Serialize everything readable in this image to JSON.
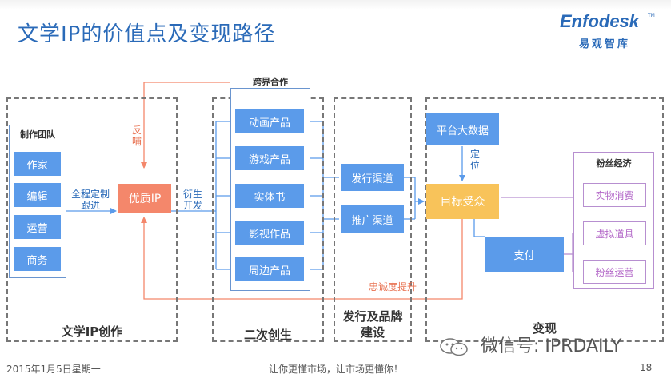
{
  "title": "文学IP的价值点及变现路径",
  "logo": {
    "main": "Enfodesk",
    "sub": "易观智库",
    "tm": "TM"
  },
  "sections": {
    "creation": "文学IP创作",
    "secondary": "二次创生",
    "distribution": "发行及品牌建设",
    "monetization": "变现"
  },
  "team": {
    "header": "制作团队",
    "members": [
      "作家",
      "编辑",
      "运营",
      "商务"
    ]
  },
  "core_ip": "优质IP",
  "edge_labels": {
    "custom_follow": "全程定制跟进",
    "derive": "衍生开发",
    "feedback": "反哺",
    "position": "定位",
    "loyalty": "忠诚度提升"
  },
  "crossover": {
    "header": "跨界合作",
    "items": [
      "动画产品",
      "游戏产品",
      "实体书",
      "影视作品",
      "周边产品"
    ]
  },
  "channels": [
    "发行渠道",
    "推广渠道"
  ],
  "platform_data": "平台大数据",
  "target": "目标受众",
  "payment": "支付",
  "fan_economy": {
    "header": "粉丝经济",
    "items": [
      "实物消费",
      "虚拟道具",
      "粉丝运营"
    ]
  },
  "footer": {
    "date": "2015年1月5日星期一",
    "slogan": "让你更懂市场，让市场更懂你！",
    "page": "18"
  },
  "watermark": "微信号: IPRDAILY",
  "colors": {
    "blue": "#5b9bea",
    "orange": "#f4876b",
    "yellow": "#f8c35a",
    "purple": "#b78fd0",
    "title": "#2a6ab8"
  }
}
